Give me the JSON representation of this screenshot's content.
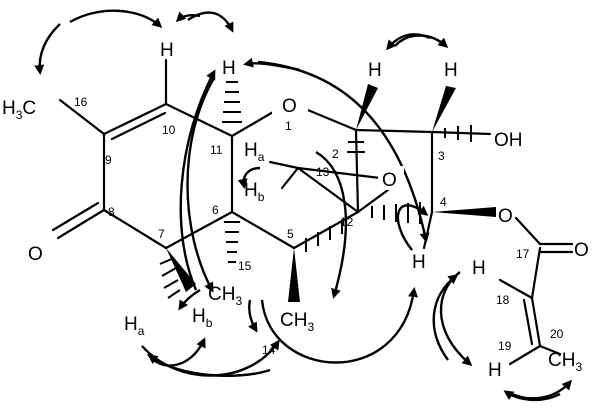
{
  "atoms": {
    "o_ring": "O",
    "o_epoxide": "O",
    "o_ketone": "O",
    "o_ester": "O",
    "o_carbonyl": "O",
    "oh": "OH",
    "h_top_left": "H",
    "h_c11": "H",
    "h_c2": "H",
    "h_c3": "H",
    "h_c4": "H",
    "h_c18": "H",
    "h_c19": "H",
    "h13a": "H",
    "h13a_sub": "a",
    "h13b": "H",
    "h13b_sub": "b",
    "h7a": "H",
    "h7a_sub": "a",
    "h7b": "H",
    "h7b_sub": "b",
    "me16_h": "H",
    "me16_sub": "3",
    "me16_c": "C",
    "me15": "CH",
    "me15_sub": "3",
    "me14": "CH",
    "me14_sub": "3",
    "me20": "CH",
    "me20_sub": "3"
  },
  "numbers": {
    "n1": "1",
    "n2": "2",
    "n3": "3",
    "n4": "4",
    "n5": "5",
    "n6": "6",
    "n7": "7",
    "n8": "8",
    "n9": "9",
    "n10": "10",
    "n11": "11",
    "n12": "12",
    "n13": "13",
    "n14": "14",
    "n15": "15",
    "n16": "16",
    "n17": "17",
    "n18": "18",
    "n19": "19",
    "n20": "20"
  },
  "colors": {
    "ink": "#000000",
    "background": "#ffffff"
  }
}
